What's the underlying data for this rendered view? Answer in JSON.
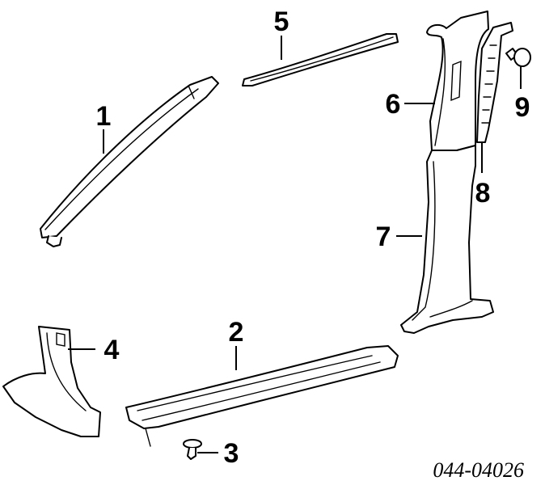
{
  "callouts": {
    "c1": "1",
    "c2": "2",
    "c3": "3",
    "c4": "4",
    "c5": "5",
    "c6": "6",
    "c7": "7",
    "c8": "8",
    "c9": "9"
  },
  "reference_code": "044-04026",
  "colors": {
    "line": "#000000",
    "background": "#ffffff"
  }
}
